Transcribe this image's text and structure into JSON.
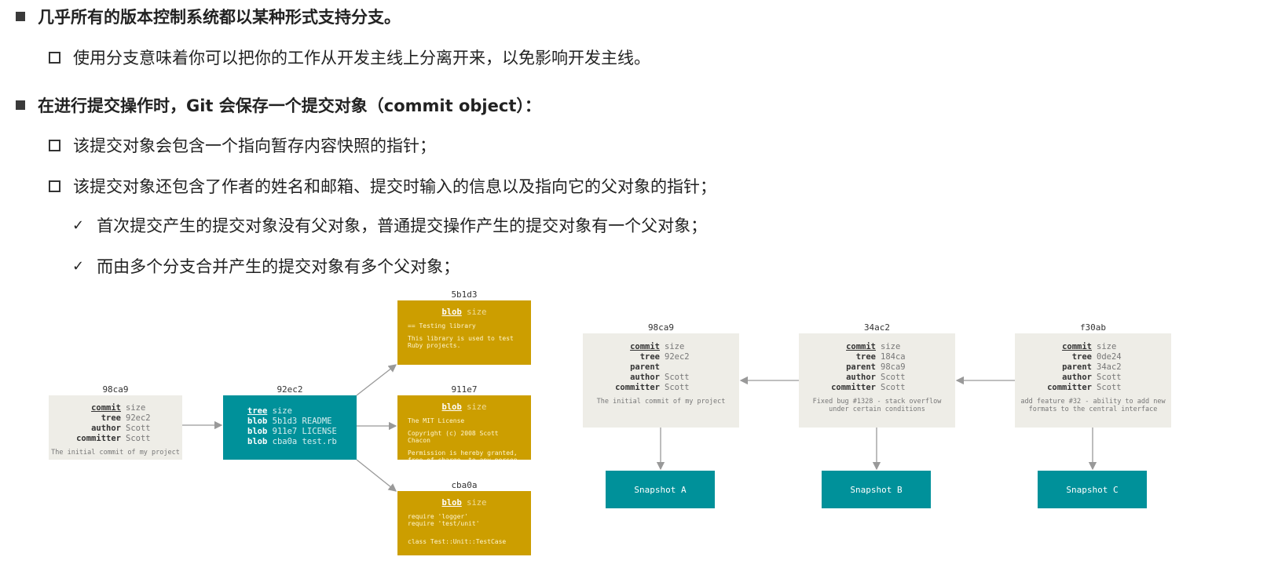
{
  "bullets": [
    {
      "text": "几乎所有的版本控制系统都以某种形式支持分支。",
      "level": 1
    },
    {
      "text": "使用分支意味着你可以把你的工作从开发主线上分离开来，以免影响开发主线。",
      "level": 2
    },
    {
      "text": "在进行提交操作时，Git 会保存一个提交对象（commit object）：",
      "level": 1
    },
    {
      "text": "该提交对象会包含一个指向暂存内容快照的指针；",
      "level": 2
    },
    {
      "text": "该提交对象还包含了作者的姓名和邮箱、提交时输入的信息以及指向它的父对象的指针；",
      "level": 2
    },
    {
      "text": "首次提交产生的提交对象没有父对象，普通提交操作产生的提交对象有一个父对象；",
      "level": 3
    },
    {
      "text": "而由多个分支合并产生的提交对象有多个父对象；",
      "level": 3
    }
  ],
  "icons": {
    "level1": "filled-square-bullet",
    "level2": "hollow-square-bullet",
    "level3": "checkmark"
  },
  "icon_glyphs": {
    "check": "✓"
  },
  "colors": {
    "commit": "#eeede7",
    "tree": "#00919a",
    "blob": "#cc9e00",
    "snapshot": "#00919a"
  },
  "left_diagram": {
    "commit": {
      "id": "98ca9",
      "rows": [
        [
          "commit",
          "size"
        ],
        [
          "tree",
          "92ec2"
        ],
        [
          "author",
          "Scott"
        ],
        [
          "committer",
          "Scott"
        ]
      ],
      "message": "The initial commit of my project"
    },
    "tree": {
      "id": "92ec2",
      "rows": [
        [
          "tree",
          "size"
        ],
        [
          "blob",
          "5b1d3 README"
        ],
        [
          "blob",
          "911e7 LICENSE"
        ],
        [
          "blob",
          "cba0a test.rb"
        ]
      ]
    },
    "blobs": [
      {
        "id": "5b1d3",
        "head": [
          "blob",
          "size"
        ],
        "lines": [
          "== Testing library",
          "",
          "This library is used to test",
          "Ruby projects."
        ]
      },
      {
        "id": "911e7",
        "head": [
          "blob",
          "size"
        ],
        "lines": [
          "The MIT License",
          "",
          "Copyright (c) 2008 Scott Chacon",
          "",
          "Permission is hereby granted,",
          "free of charge, to any person"
        ]
      },
      {
        "id": "cba0a",
        "head": [
          "blob",
          "size"
        ],
        "lines": [
          "require 'logger'",
          "require 'test/unit'",
          "",
          "",
          "class Test::Unit::TestCase"
        ]
      }
    ]
  },
  "right_diagram": {
    "commits": [
      {
        "id": "98ca9",
        "rows": [
          [
            "commit",
            "size"
          ],
          [
            "tree",
            "92ec2"
          ],
          [
            "parent",
            ""
          ],
          [
            "author",
            "Scott"
          ],
          [
            "committer",
            "Scott"
          ]
        ],
        "message": [
          "The initial commit of my project"
        ],
        "snapshot": "Snapshot A"
      },
      {
        "id": "34ac2",
        "rows": [
          [
            "commit",
            "size"
          ],
          [
            "tree",
            "184ca"
          ],
          [
            "parent",
            "98ca9"
          ],
          [
            "author",
            "Scott"
          ],
          [
            "committer",
            "Scott"
          ]
        ],
        "message": [
          "Fixed bug #1328 - stack overflow",
          "under certain conditions"
        ],
        "snapshot": "Snapshot B"
      },
      {
        "id": "f30ab",
        "rows": [
          [
            "commit",
            "size"
          ],
          [
            "tree",
            "0de24"
          ],
          [
            "parent",
            "34ac2"
          ],
          [
            "author",
            "Scott"
          ],
          [
            "committer",
            "Scott"
          ]
        ],
        "message": [
          "add feature #32 - ability to add new",
          "formats to the central interface"
        ],
        "snapshot": "Snapshot C"
      }
    ]
  }
}
